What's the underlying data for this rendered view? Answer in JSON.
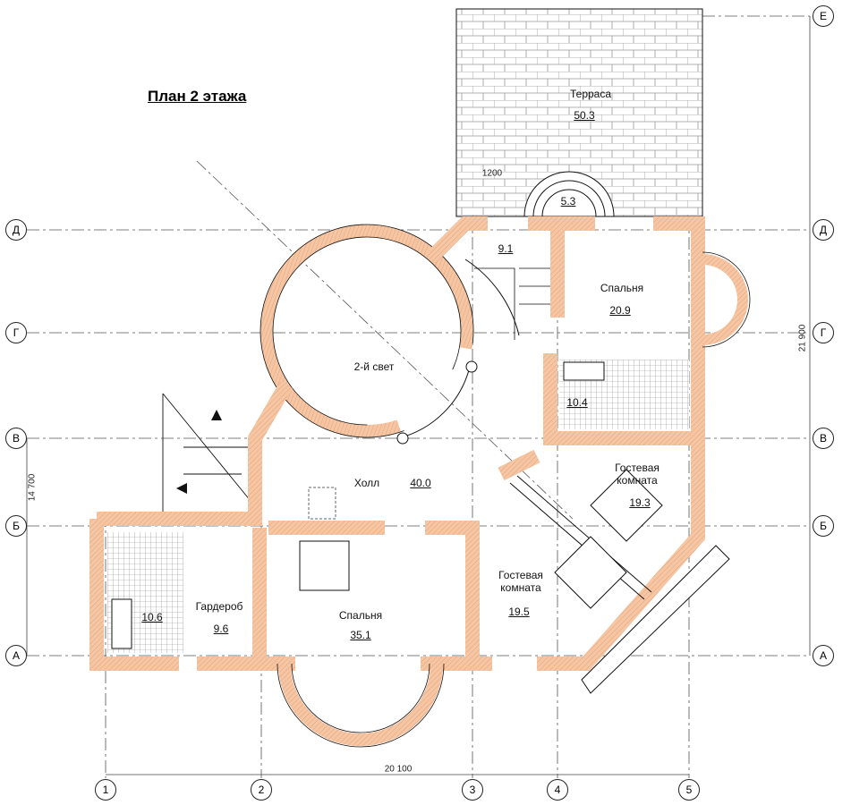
{
  "title": "План 2 этажа",
  "colors": {
    "wall": "#f5c6a3",
    "hatch": "#e8a07a",
    "line": "#111111"
  },
  "axes": {
    "rows": [
      "Е",
      "Д",
      "Г",
      "В",
      "Б",
      "А"
    ],
    "columns": [
      "1",
      "2",
      "3",
      "4",
      "5"
    ]
  },
  "dimensions": {
    "total_height": "21 900",
    "left_height": "14 700",
    "total_width": "20 100",
    "stair_width": "1200"
  },
  "rooms": {
    "terrace": {
      "name": "Терраса",
      "area": "50.3"
    },
    "balcony": {
      "area": "5.3"
    },
    "stair": {
      "area": "9.1"
    },
    "bedroom_ne": {
      "name": "Спальня",
      "area": "20.9"
    },
    "second_light": {
      "name": "2-й свет"
    },
    "bath_e": {
      "area": "10.4"
    },
    "guest1": {
      "name": "Гостевая комната",
      "area": "19.3"
    },
    "hall": {
      "name": "Холл",
      "area": "40.0"
    },
    "guest2": {
      "name": "Гостевая комната",
      "area": "19.5"
    },
    "wardrobe": {
      "name": "Гардероб",
      "area": "9.6"
    },
    "bath_w": {
      "area": "10.6"
    },
    "bedroom_s": {
      "name": "Спальня",
      "area": "35.1"
    }
  }
}
